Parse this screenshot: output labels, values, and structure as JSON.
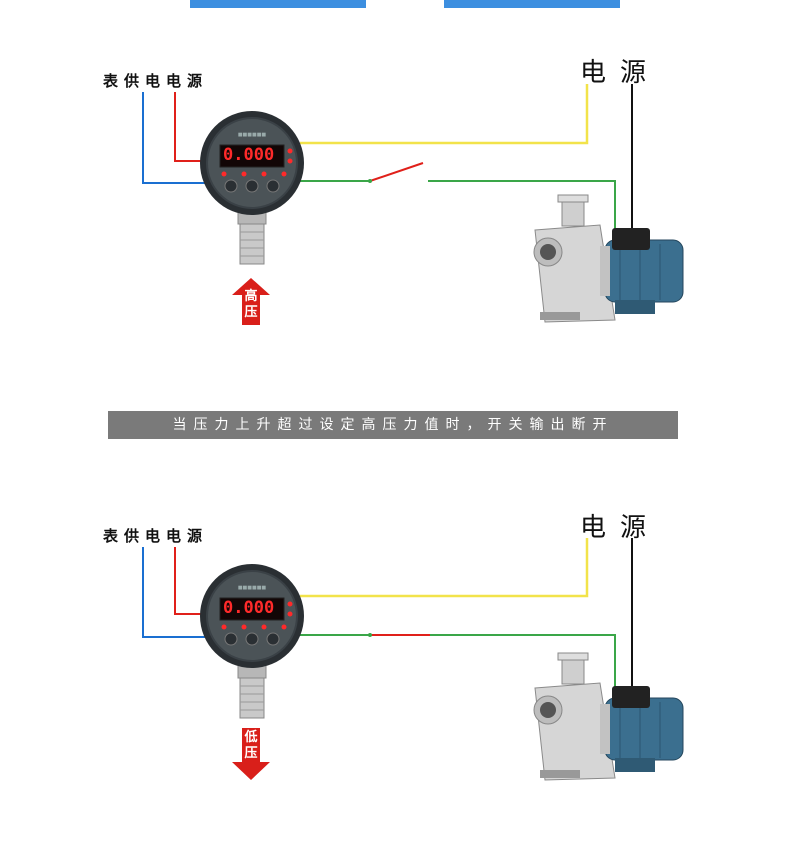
{
  "panels": [
    {
      "supply_label": "表供电电源",
      "power_label": "电源",
      "display": "0.000",
      "arrow_label": "高压",
      "arrow_direction": "up",
      "switch_state": "open"
    },
    {
      "supply_label": "表供电电源",
      "power_label": "电源",
      "display": "0.000",
      "arrow_label": "低压",
      "arrow_direction": "down",
      "switch_state": "closed"
    }
  ],
  "caption": "当压力上升超过设定高压力值时，开关输出断开",
  "colors": {
    "wire_blue": "#1a6fd1",
    "wire_red": "#e0201a",
    "wire_yellow": "#f2e34a",
    "wire_green": "#3aa648",
    "wire_black": "#111111",
    "arrow_red": "#d91f1a",
    "caption_bg": "#7a7a7a",
    "display_red": "#ff2a2a"
  }
}
